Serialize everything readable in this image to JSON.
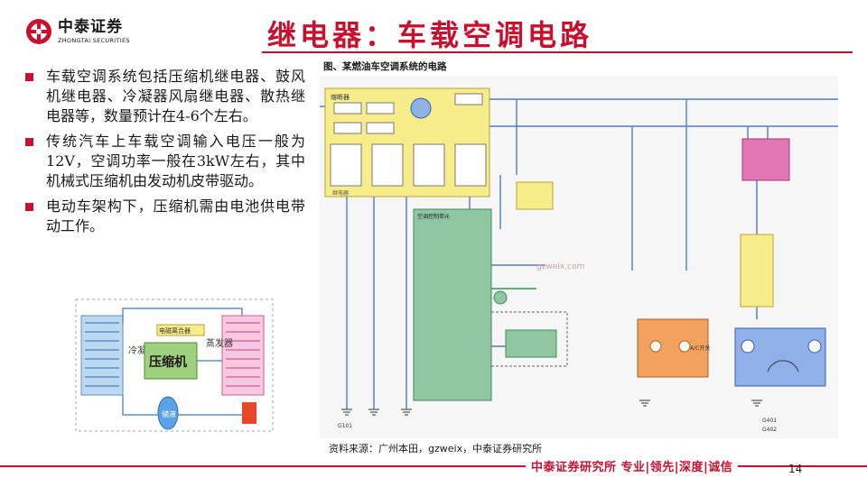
{
  "logo": {
    "name_cn": "中泰证券",
    "name_en": "ZHONGTAI SECURITIES"
  },
  "title": "继电器：车载空调电路",
  "bullets": [
    "车载空调系统包括压缩机继电器、鼓风机继电器、冷凝器风扇继电器、散热继电器等，数量预计在4-6个左右。",
    "传统汽车上车载空调输入电压一般为12V，空调功率一般在3kW左右，其中机械式压缩机由发动机皮带驱动。",
    "电动车架构下，压缩机需由电池供电带动工作。"
  ],
  "figure": {
    "caption": "图、某燃油车空调系统的电路",
    "labels": {
      "compressor": "压缩机",
      "condenser": "冷凝器",
      "evaporator": "蒸发器",
      "receiver": "储液",
      "clutch": "电磁离合器",
      "ac_switch": "A/C开关",
      "control_unit": "空调控制单元",
      "relay_box": "继电器",
      "fuse_box": "熔断器",
      "ground_1": "G101",
      "ground_2": "G401",
      "ground_3": "G402",
      "watermark": "gzweix.com"
    }
  },
  "source": "资料来源：广州本田，gzweix，中泰证券研究所",
  "footer": "中泰证券研究所 专业|领先|深度|诚信",
  "page_number": "14",
  "colors": {
    "brand_red": "#c8102e",
    "relay_yellow": "#f7ec8a",
    "control_green": "#8fc7a3",
    "switch_orange": "#f2a15f",
    "cabin_pink": "#e377b5",
    "panel_blue": "#8fb1e8",
    "wire_blue": "#4a7fc1"
  }
}
